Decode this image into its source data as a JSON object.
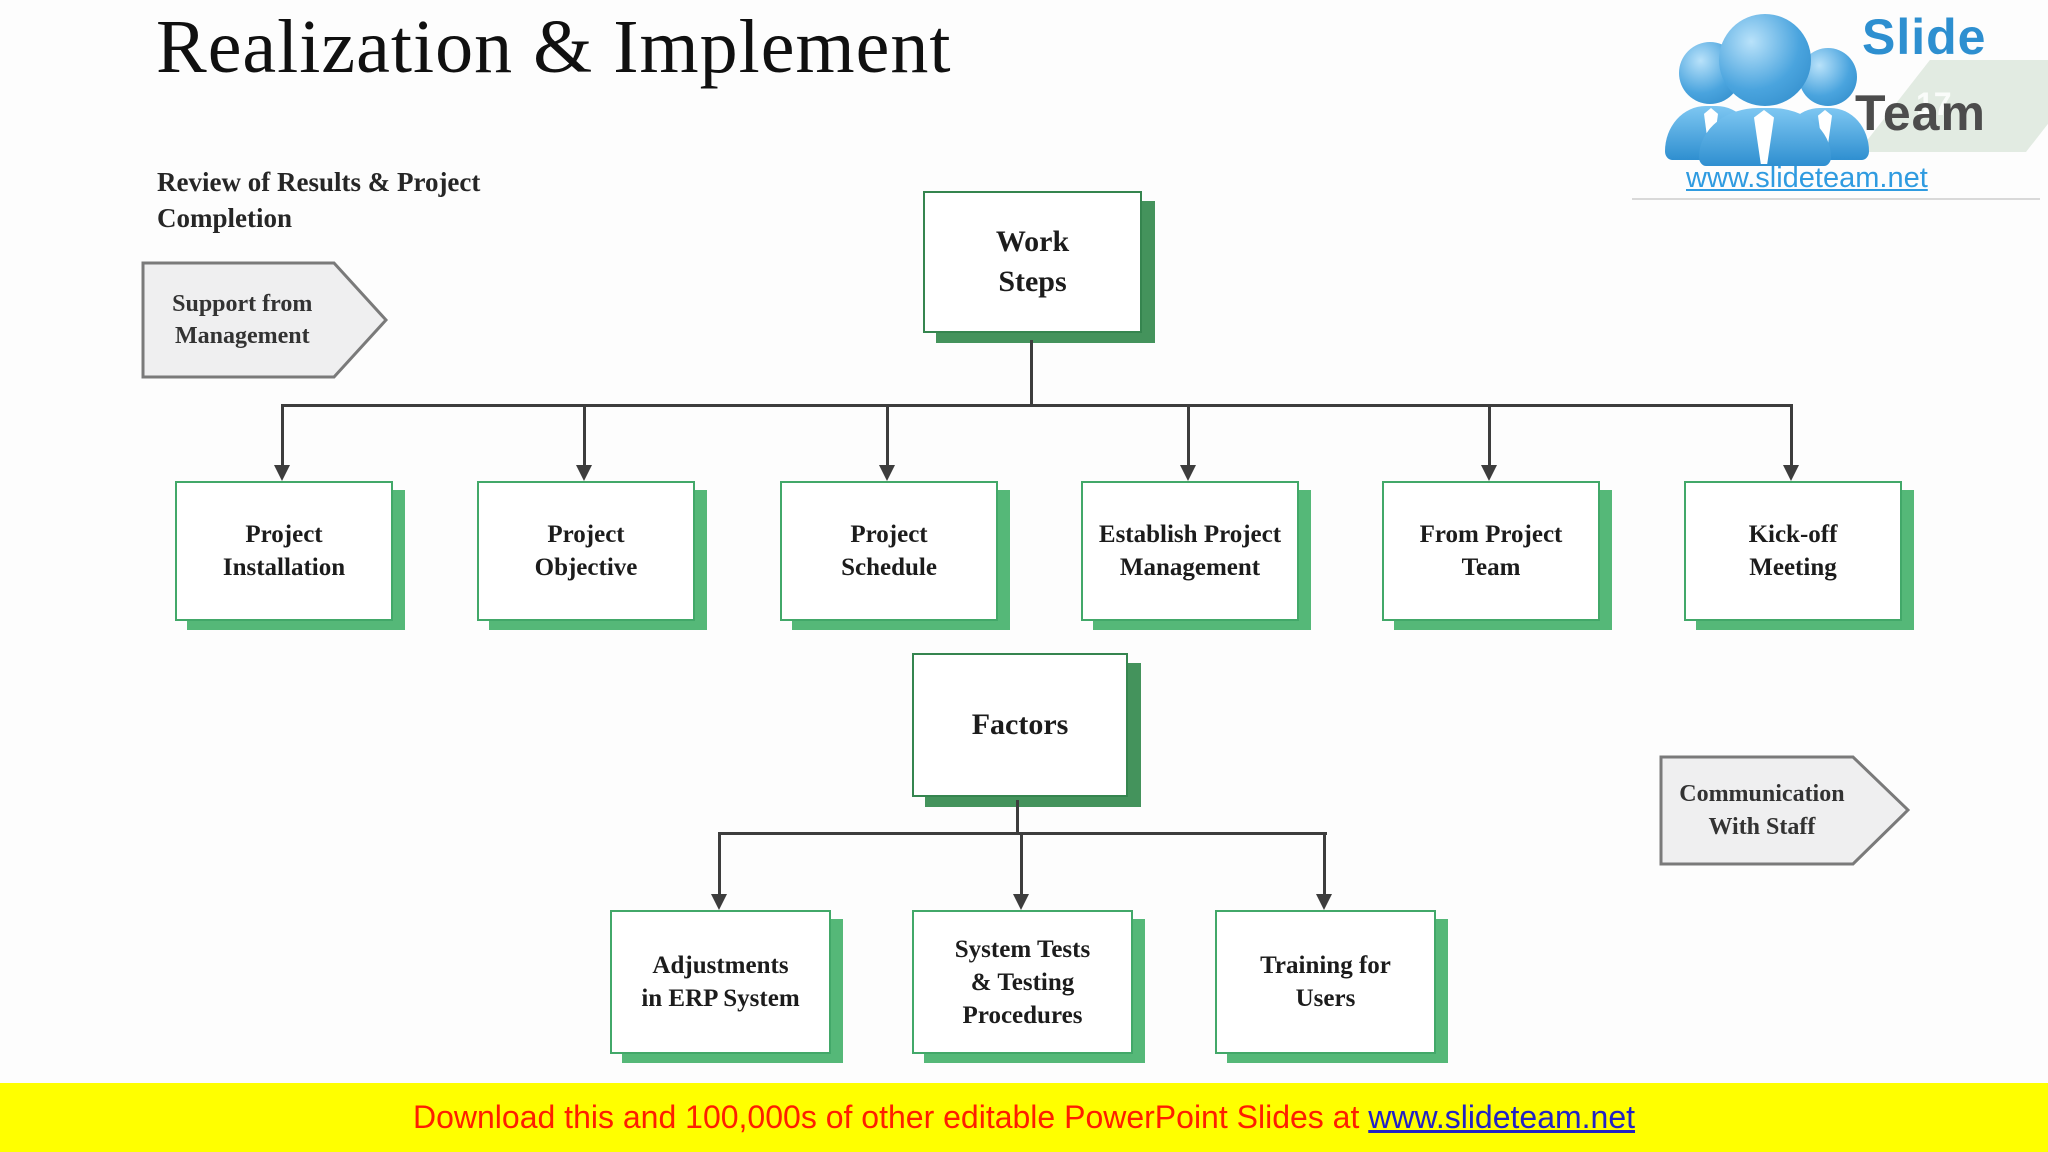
{
  "title": "Realization & Implement",
  "subtitle": "Review of Results & Project\nCompletion",
  "logo": {
    "brand_top": "Slide",
    "brand_bottom": "Team",
    "page_number": "17",
    "url": "www.slideteam.net"
  },
  "callouts": {
    "support": "Support from\nManagement",
    "communication": "Communication\nWith Staff"
  },
  "work_steps": {
    "root": "Work\nSteps",
    "children": [
      "Project\nInstallation",
      "Project\nObjective",
      "Project\nSchedule",
      "Establish Project\nManagement",
      "From Project\nTeam",
      "Kick-off\nMeeting"
    ]
  },
  "factors": {
    "root": "Factors",
    "children": [
      "Adjustments\nin ERP System",
      "System Tests\n& Testing\nProcedures",
      "Training for\nUsers"
    ]
  },
  "banner": {
    "prefix": "Download this and 100,000s of other editable PowerPoint Slides at ",
    "link": "www.slideteam.net"
  },
  "colors": {
    "root_border": "#35854f",
    "root_shadow": "#44935c",
    "child_border": "#42a869",
    "child_shadow": "#55b878",
    "connector": "#3d3d3d",
    "callout_fill": "#efeff0",
    "callout_stroke": "#7a7a7a",
    "banner_bg": "#ffff00",
    "banner_text": "#fe1e00",
    "banner_link": "#2222c4",
    "logo_blue": "#2d8fd0",
    "logo_gray": "#4c4c4c"
  }
}
